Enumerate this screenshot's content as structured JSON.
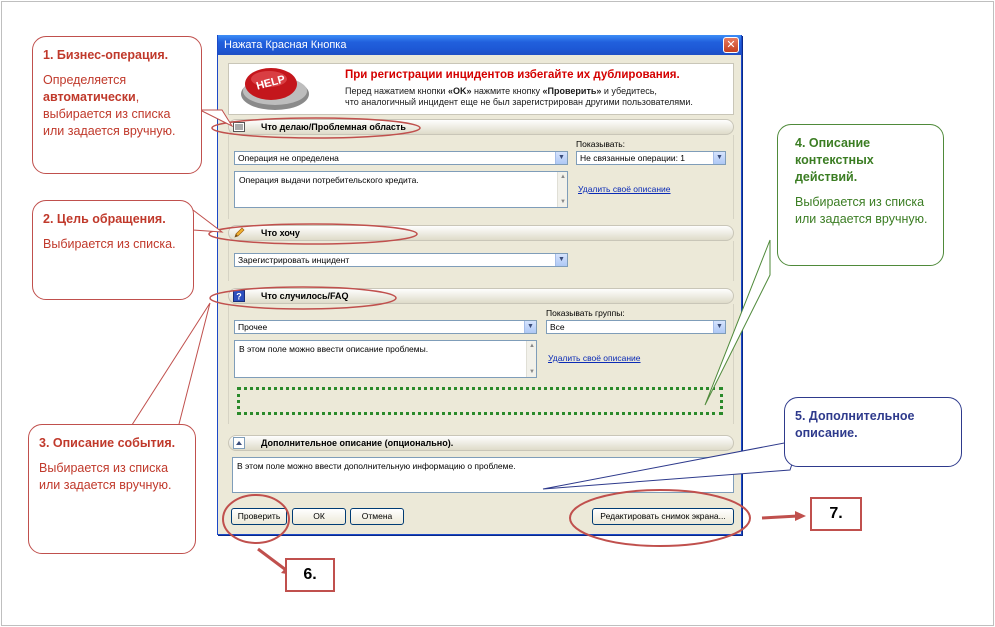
{
  "window": {
    "title": "Нажата Красная Кнопка",
    "close_glyph": "✕"
  },
  "banner": {
    "title": "При регистрации инцидентов избегайте их дублирования.",
    "line1_pre": "Перед нажатием кнопки ",
    "line1_ok": "«OK»",
    "line1_mid": " нажмите кнопку ",
    "line1_check": "«Проверить»",
    "line1_post": " и убедитесь,",
    "line2": "что аналогичный инцидент еще не был зарегистрирован другими пользователями.",
    "help_label": "HELP"
  },
  "section_what_do": {
    "header": "Что делаю/Проблемная область",
    "operation_value": "Операция не определена",
    "show_label": "Показывать:",
    "show_value": "Не связанные операции:  1",
    "description_text": "Операция выдачи потребительского кредита.",
    "delete_link": "Удалить своё описание"
  },
  "section_want": {
    "header": "Что хочу",
    "goal_value": "Зарегистрировать инцидент"
  },
  "section_happened": {
    "header": "Что случилось/FAQ",
    "category_value": "Прочее",
    "groups_label": "Показывать группы:",
    "groups_value": "Все",
    "problem_text": "В этом поле можно ввести описание проблемы.",
    "delete_link": "Удалить своё описание"
  },
  "section_extra": {
    "header": "Дополнительное описание (опционально).",
    "extra_text": "В этом поле можно ввести дополнительную информацию о проблеме."
  },
  "buttons": {
    "check": "Проверить",
    "ok": "ОК",
    "cancel": "Отмена",
    "edit_screenshot": "Редактировать снимок экрана..."
  },
  "callouts": {
    "c1": {
      "title": "1. Бизнес-операция.",
      "text_pre": "Определяется ",
      "text_bold": "автоматически",
      "text_post": ", выбирается из списка или задается вручную."
    },
    "c2": {
      "title": "2. Цель обращения.",
      "text": "Выбирается из списка."
    },
    "c3": {
      "title": "3. Описание события.",
      "text": "Выбирается из списка или задается вручную."
    },
    "c4": {
      "title": "4. Описание контекстных действий.",
      "text": "Выбирается из списка или задается вручную."
    },
    "c5": {
      "title": "5. Дополнительное описание."
    },
    "n6": "6.",
    "n7": "7."
  },
  "colors": {
    "accent_red": "#c0504d",
    "accent_green": "#3b7d23",
    "accent_blue": "#2e3a8c",
    "titlebar_blue": "#2160dd"
  },
  "icons": {
    "section1": "list-icon",
    "section2": "pencil-icon",
    "section3": "help-icon",
    "section4": "collapse-icon"
  }
}
